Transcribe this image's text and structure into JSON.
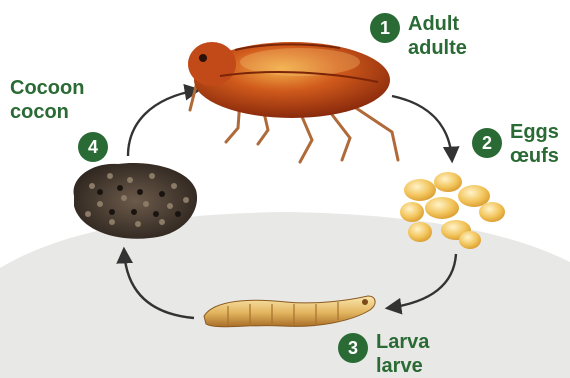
{
  "colors": {
    "accent_green": "#2a6a34",
    "background_band": "#e8e8e6",
    "arrow": "#333333"
  },
  "stages": [
    {
      "number": "1",
      "name_en": "Adult",
      "name_fr": "adulte",
      "icon": "adult-flea-icon"
    },
    {
      "number": "2",
      "name_en": "Eggs",
      "name_fr": "œufs",
      "icon": "flea-eggs-icon"
    },
    {
      "number": "3",
      "name_en": "Larva",
      "name_fr": "larve",
      "icon": "flea-larva-icon"
    },
    {
      "number": "4",
      "name_en": "Cocoon",
      "name_fr": "cocon",
      "icon": "flea-cocoon-icon"
    }
  ]
}
